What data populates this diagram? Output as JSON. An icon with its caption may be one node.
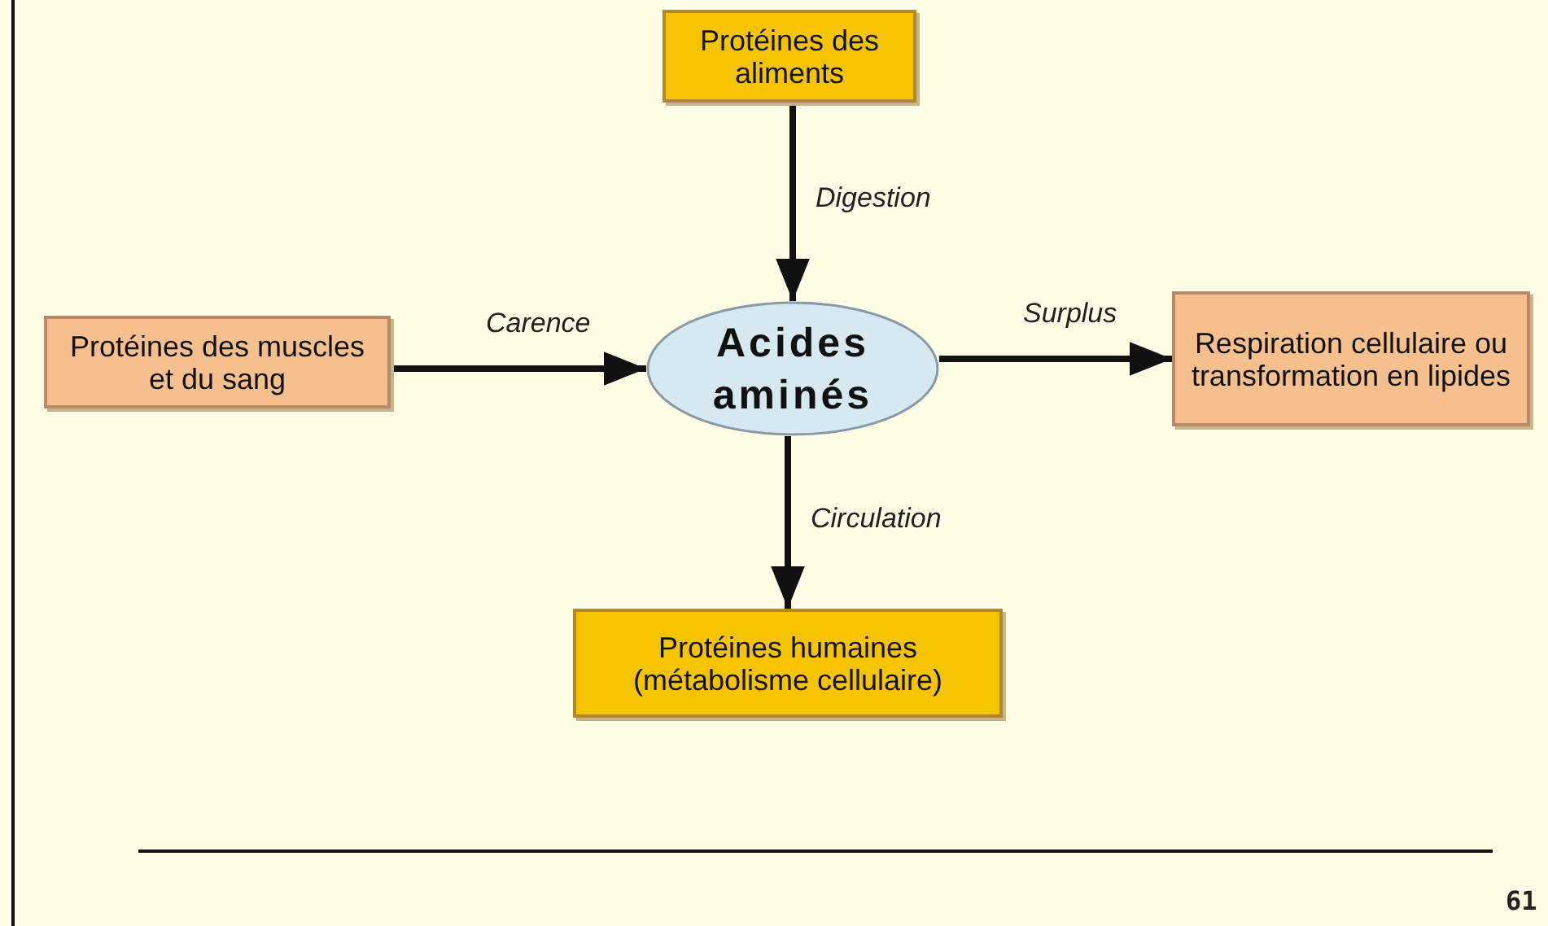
{
  "diagram": {
    "nodes": [
      {
        "text": [
          "Protéines des aliments"
        ]
      },
      {
        "text": [
          "Protéines des muscles et du sang"
        ]
      },
      {
        "text": [
          "Acides aminés"
        ]
      },
      {
        "text": [
          "Respiration cellulaire ou transformation en lipides"
        ]
      },
      {
        "text": [
          "Protéines humaines (métabolisme cellulaire)"
        ]
      }
    ],
    "edges": [
      {
        "from": 0,
        "to": 2,
        "arrow": "to",
        "label": "Digestion"
      },
      {
        "from": 1,
        "to": 2,
        "arrow": "to",
        "label": "Carence"
      },
      {
        "from": 2,
        "to": 3,
        "arrow": "to",
        "label": "Surplus"
      },
      {
        "from": 2,
        "to": 4,
        "arrow": "to",
        "label": "Circulation"
      }
    ],
    "labels": [
      "61"
    ]
  }
}
